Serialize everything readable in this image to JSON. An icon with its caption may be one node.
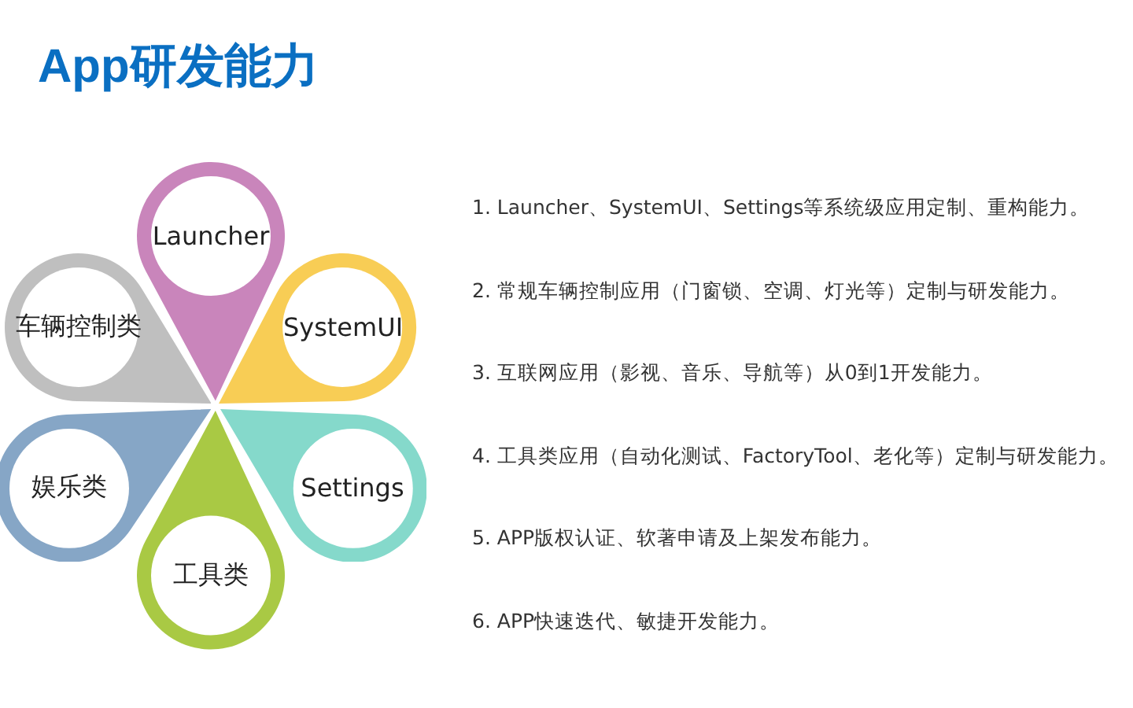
{
  "diagram": {
    "title": "App研发能力",
    "nodes": [
      {
        "text": [
          "Launcher"
        ]
      },
      {
        "text": [
          "车辆控制类"
        ]
      },
      {
        "text": [
          "SystemUI"
        ]
      },
      {
        "text": [
          "娱乐类"
        ]
      },
      {
        "text": [
          "Settings"
        ]
      },
      {
        "text": [
          "工具类"
        ]
      }
    ],
    "labels": [
      "1. Launcher、SystemUI、Settings等系统级应用定制、重构能力。",
      "2. 常规车辆控制应用（门窗锁、空调、灯光等）定制与研发能力。",
      "3. 互联网应用（影视、音乐、导航等）从0到1开发能力。",
      "4. 工具类应用（自动化测试、FactoryTool、老化等）定制与研发能力。",
      "5. APP版权认证、软著申请及上架发布能力。",
      "6. APP快速迭代、敏捷开发能力。"
    ]
  }
}
